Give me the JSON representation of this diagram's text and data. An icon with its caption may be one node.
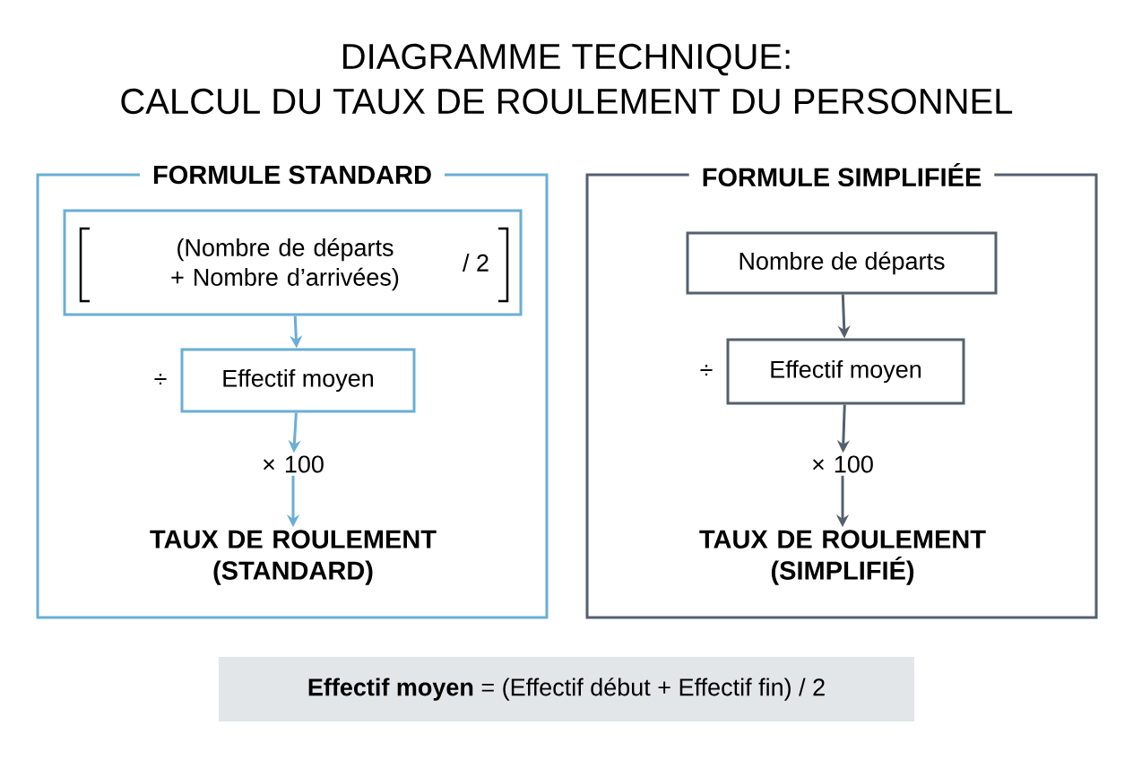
{
  "diagram": {
    "title": "DIAGRAMME TECHNIQUE: CALCUL DU TAUX DE ROULEMENT DU PERSONNEL",
    "nodes": [
      {
        "text": [
          "FORMULE STANDARD"
        ]
      },
      {
        "text": [
          "(Nombre de départs + Nombre d’arrivées)",
          "/ 2"
        ],
        "in": 0
      },
      {
        "text": [
          "Effectif moyen"
        ],
        "beside": [
          "÷"
        ],
        "in": 0
      },
      {
        "text": [
          "× 100"
        ],
        "in": 0
      },
      {
        "text": [
          "TAUX DE ROULEMENT (STANDARD)"
        ],
        "in": 0
      },
      {
        "text": [
          "FORMULE SIMPLIFIÉE"
        ]
      },
      {
        "text": [
          "Nombre de départs"
        ],
        "in": 5
      },
      {
        "text": [
          "Effectif moyen"
        ],
        "beside": [
          "÷"
        ],
        "in": 5
      },
      {
        "text": [
          "× 100"
        ],
        "in": 5
      },
      {
        "text": [
          "TAUX DE ROULEMENT (SIMPLIFIÉ)"
        ],
        "in": 5
      },
      {
        "text": [
          "**Effectif moyen** = (Effectif début + Effectif fin) / 2"
        ]
      }
    ],
    "edges": [
      {
        "from": 1,
        "to": 2,
        "arrow": "to",
        "color": "#6aaed6"
      },
      {
        "from": 2,
        "to": 3,
        "arrow": "to",
        "color": "#6aaed6"
      },
      {
        "from": 3,
        "to": 4,
        "arrow": "to",
        "color": "#6aaed6"
      },
      {
        "from": 6,
        "to": 7,
        "arrow": "to",
        "color": "#55606e"
      },
      {
        "from": 7,
        "to": 8,
        "arrow": "to",
        "color": "#55606e"
      },
      {
        "from": 8,
        "to": 9,
        "arrow": "to",
        "color": "#55606e"
      }
    ]
  }
}
